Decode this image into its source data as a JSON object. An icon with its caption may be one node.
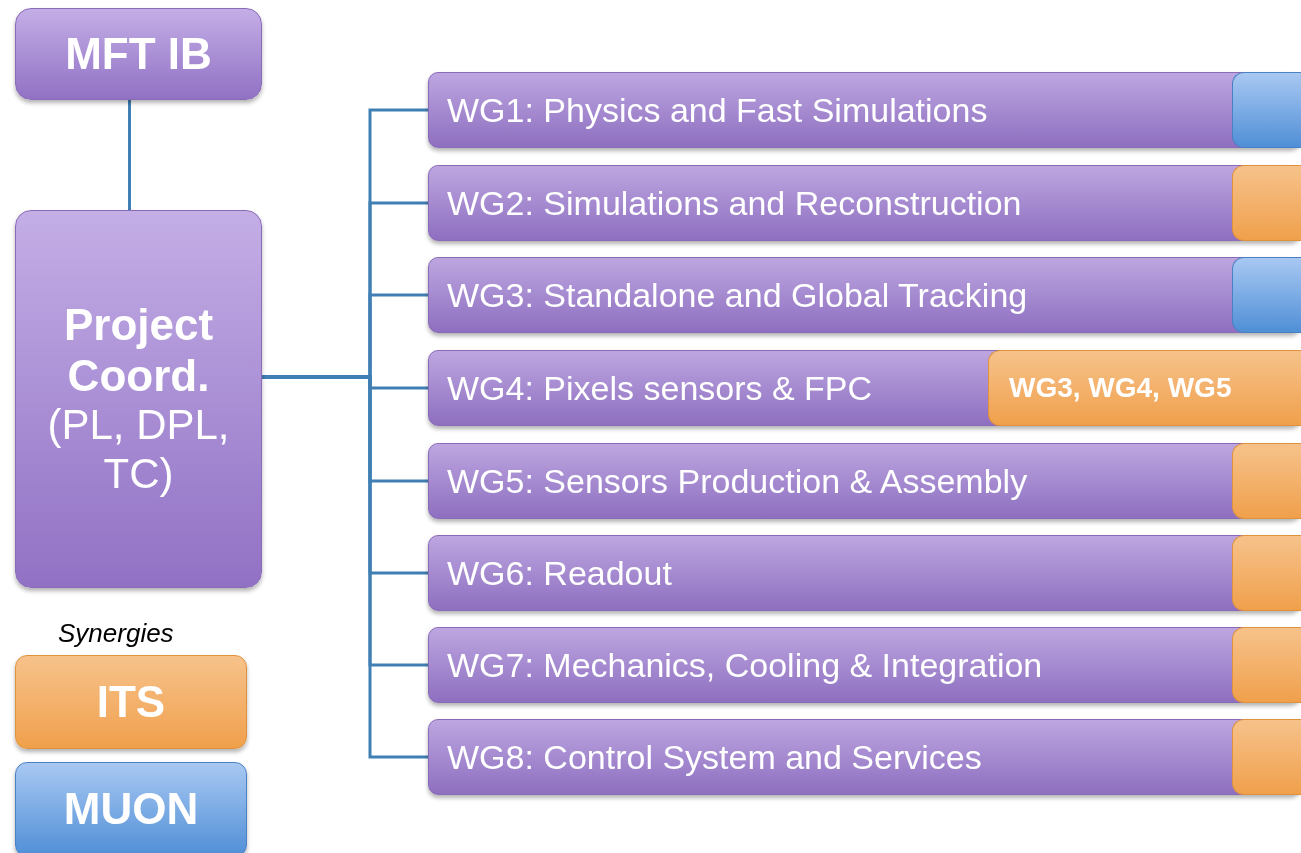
{
  "diagram": {
    "nodes": [
      {
        "text": [
          "MFT IB"
        ]
      },
      {
        "text": [
          "Project Coord.",
          "(PL, DPL, TC)"
        ]
      },
      {
        "text": [
          "WG1: Physics and Fast Simulations"
        ]
      },
      {
        "text": [
          "WG2: Simulations and Reconstruction"
        ]
      },
      {
        "text": [
          "WG3: Standalone and Global Tracking"
        ]
      },
      {
        "text": [
          "WG4: Pixels sensors & FPC"
        ]
      },
      {
        "text": [
          "WG5: Sensors Production & Assembly"
        ]
      },
      {
        "text": [
          "WG6: Readout"
        ]
      },
      {
        "text": [
          "WG7: Mechanics, Cooling & Integration"
        ]
      },
      {
        "text": [
          "WG8: Control System and Services"
        ]
      },
      {
        "text": [
          "ITS"
        ]
      },
      {
        "text": [
          "MUON"
        ]
      },
      {
        "text": [],
        "shape": "box",
        "in": 2
      },
      {
        "text": [],
        "shape": "box",
        "in": 3
      },
      {
        "text": [],
        "shape": "box",
        "in": 4
      },
      {
        "text": [
          "WG3, WG4, WG5"
        ],
        "in": 5
      },
      {
        "text": [],
        "shape": "box",
        "in": 6
      },
      {
        "text": [],
        "shape": "box",
        "in": 7
      },
      {
        "text": [],
        "shape": "box",
        "in": 8
      },
      {
        "text": [],
        "shape": "box",
        "in": 9
      }
    ],
    "edges": [
      {
        "from": 0,
        "to": 1,
        "arrow": "none"
      },
      {
        "from": 1,
        "to": 2,
        "arrow": "none"
      },
      {
        "from": 1,
        "to": 3,
        "arrow": "none"
      },
      {
        "from": 1,
        "to": 4,
        "arrow": "none"
      },
      {
        "from": 1,
        "to": 5,
        "arrow": "none"
      },
      {
        "from": 1,
        "to": 6,
        "arrow": "none"
      },
      {
        "from": 1,
        "to": 7,
        "arrow": "none"
      },
      {
        "from": 1,
        "to": 8,
        "arrow": "none"
      },
      {
        "from": 1,
        "to": 9,
        "arrow": "none"
      }
    ],
    "labels": [
      "Synergies"
    ]
  }
}
